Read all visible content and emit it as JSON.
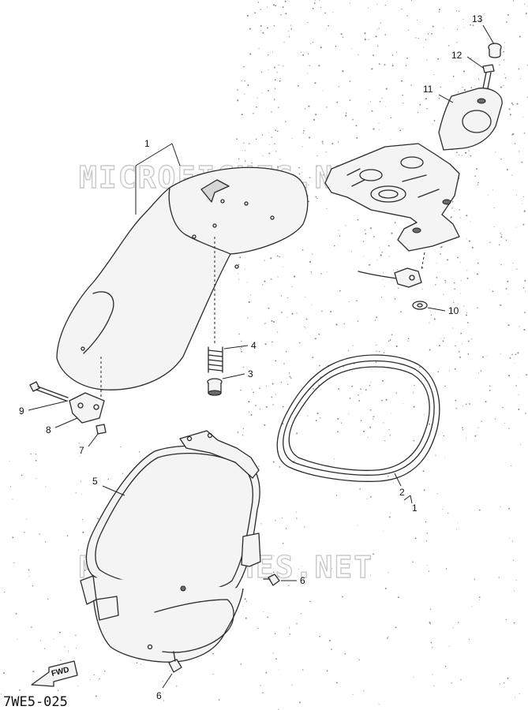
{
  "watermark": "MICROFICHES.NET",
  "drawing_code": "7WE5-025",
  "fwd_label": "FWD",
  "callouts": {
    "n1_seat": "1",
    "n1_lid": "1",
    "n2": "2",
    "n3": "3",
    "n4": "4",
    "n5": "5",
    "n6_upper": "6",
    "n6_lower": "6",
    "n7": "7",
    "n8": "8",
    "n9": "9",
    "n10": "10",
    "n11": "11",
    "n12": "12",
    "n13": "13"
  }
}
